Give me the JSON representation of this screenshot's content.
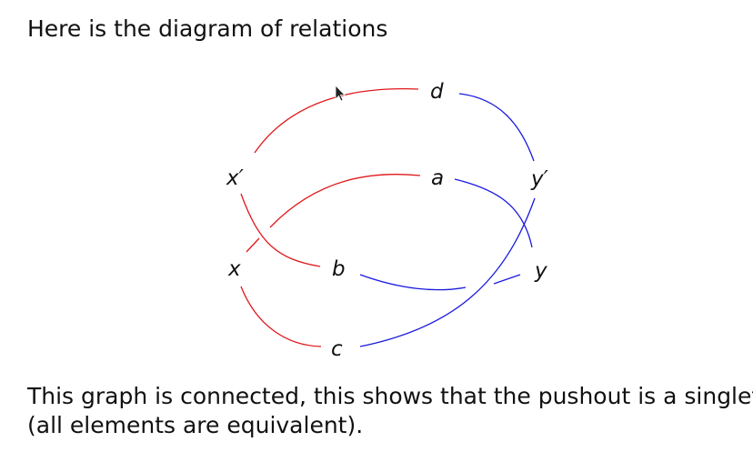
{
  "text": {
    "intro": "Here is the diagram of relations",
    "conclusion_line1": "This graph is connected, this shows that the pushout is a singleton",
    "conclusion_line2": "(all elements are equivalent)."
  },
  "diagram": {
    "nodes": {
      "x_prime": "x′",
      "x": "x",
      "d": "d",
      "a": "a",
      "b": "b",
      "c": "c",
      "y_prime": "y′",
      "y": "y"
    },
    "colors": {
      "left_edges": "#e0181b",
      "right_edges": "#1a1ae0"
    }
  }
}
